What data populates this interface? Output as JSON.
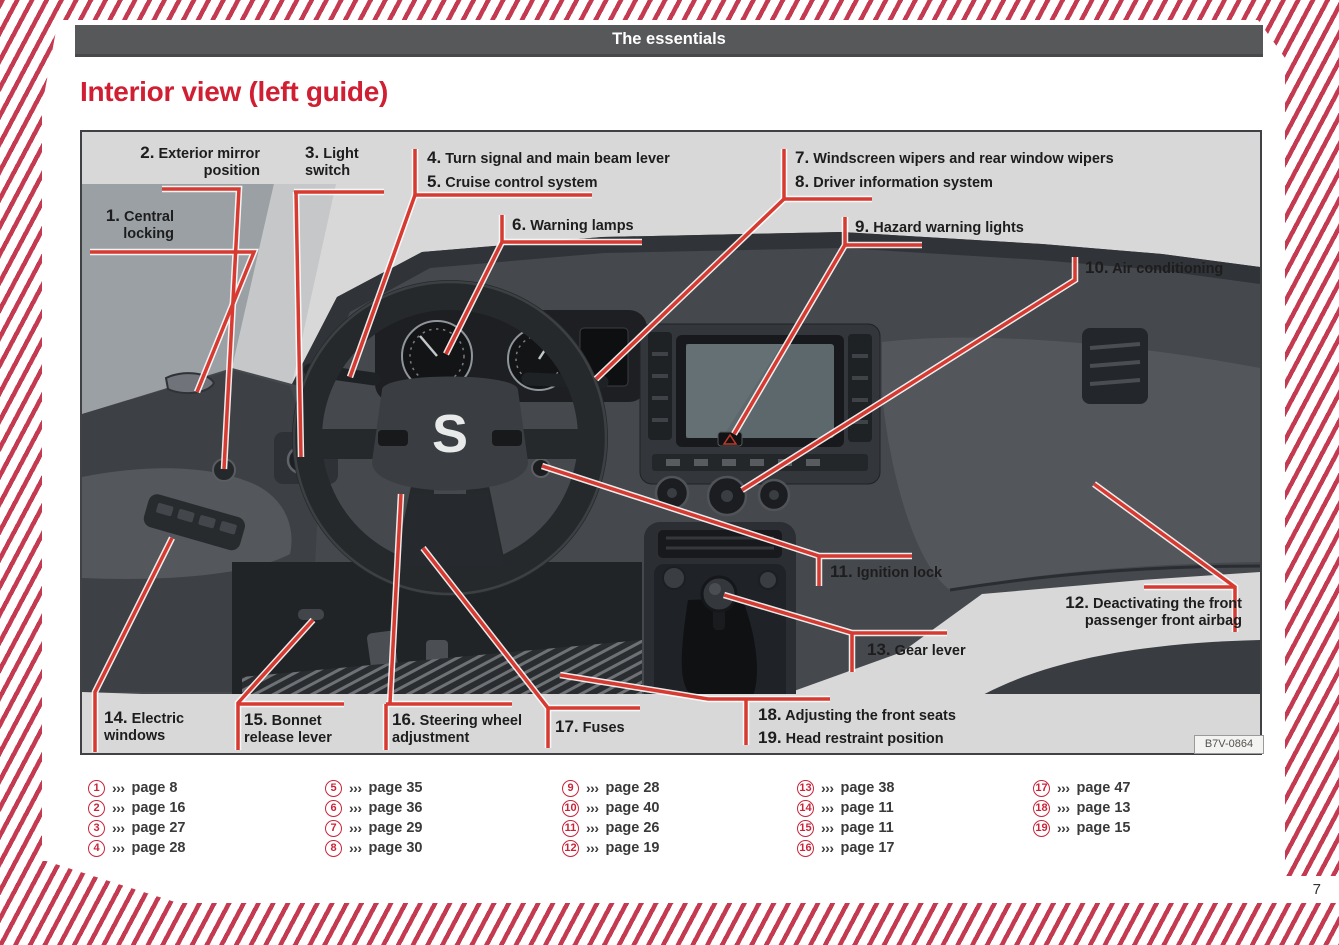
{
  "header": {
    "title": "The essentials"
  },
  "page": {
    "title": "Interior view (left guide)",
    "number": "7"
  },
  "figure": {
    "image_code": "B7V-0864",
    "callouts": [
      {
        "num": "1.",
        "label": "Central locking"
      },
      {
        "num": "2.",
        "label": "Exterior mirror position"
      },
      {
        "num": "3.",
        "label": "Light switch"
      },
      {
        "num": "4.",
        "label": "Turn signal and main beam lever"
      },
      {
        "num": "5.",
        "label": "Cruise control system"
      },
      {
        "num": "6.",
        "label": "Warning lamps"
      },
      {
        "num": "7.",
        "label": "Windscreen wipers and rear window wipers"
      },
      {
        "num": "8.",
        "label": "Driver information system"
      },
      {
        "num": "9.",
        "label": "Hazard warning lights"
      },
      {
        "num": "10.",
        "label": "Air conditioning"
      },
      {
        "num": "11.",
        "label": "Ignition lock"
      },
      {
        "num": "12.",
        "label": "Deactivating the front passenger front airbag"
      },
      {
        "num": "13.",
        "label": "Gear lever"
      },
      {
        "num": "14.",
        "label": "Electric windows"
      },
      {
        "num": "15.",
        "label": "Bonnet release lever"
      },
      {
        "num": "16.",
        "label": "Steering wheel adjustment"
      },
      {
        "num": "17.",
        "label": "Fuses"
      },
      {
        "num": "18.",
        "label": "Adjusting the front seats"
      },
      {
        "num": "19.",
        "label": "Head restraint position"
      }
    ]
  },
  "references": {
    "arrow": "›››",
    "items": [
      {
        "num": "1",
        "page": "page 8"
      },
      {
        "num": "2",
        "page": "page 16"
      },
      {
        "num": "3",
        "page": "page 27"
      },
      {
        "num": "4",
        "page": "page 28"
      },
      {
        "num": "5",
        "page": "page 35"
      },
      {
        "num": "6",
        "page": "page 36"
      },
      {
        "num": "7",
        "page": "page 29"
      },
      {
        "num": "8",
        "page": "page 30"
      },
      {
        "num": "9",
        "page": "page 28"
      },
      {
        "num": "10",
        "page": "page 40"
      },
      {
        "num": "11",
        "page": "page 26"
      },
      {
        "num": "12",
        "page": "page 19"
      },
      {
        "num": "13",
        "page": "page 38"
      },
      {
        "num": "14",
        "page": "page 11"
      },
      {
        "num": "15",
        "page": "page 11"
      },
      {
        "num": "16",
        "page": "page 17"
      },
      {
        "num": "17",
        "page": "page 47"
      },
      {
        "num": "18",
        "page": "page 13"
      },
      {
        "num": "19",
        "page": "page 15"
      }
    ]
  },
  "colors": {
    "stripe_red": "#c43a50",
    "title_red": "#d01f33",
    "callout_line_red": "#d63a31",
    "reference_red": "#c9253a",
    "header_bar_gray": "#57585a",
    "figure_bg_gray": "#d8d8d8"
  }
}
